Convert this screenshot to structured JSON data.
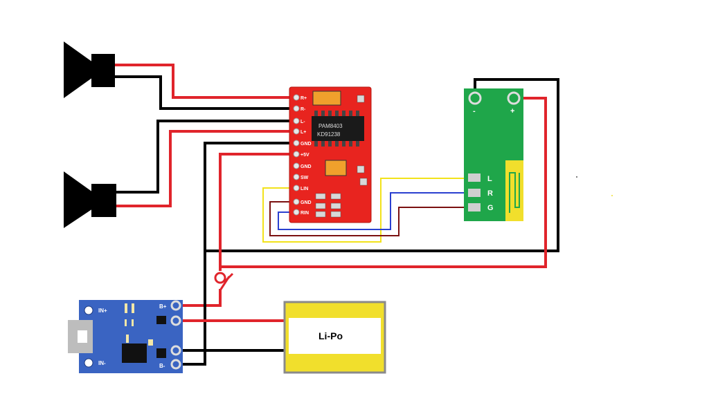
{
  "colors": {
    "wire_red": "#e0242b",
    "wire_black": "#000000",
    "wire_yellow": "#f2e21a",
    "wire_blue": "#2a3fd0",
    "wire_brown": "#7a1010",
    "amp_board": "#e8241f",
    "bt_board": "#1fa64a",
    "charger_board": "#3a64c2",
    "battery_fill": "#f1df2c"
  },
  "amp_board": {
    "chip_line1": "PAM8403",
    "chip_line2": "KD91238",
    "pins": [
      "R+",
      "R-",
      "L-",
      "L+",
      "GND",
      "+5V",
      "GND",
      "SW",
      "LIN",
      "GND",
      "RIN"
    ]
  },
  "bt_module": {
    "power_minus": "-",
    "power_plus": "+",
    "pins": [
      "L",
      "R",
      "G"
    ]
  },
  "charger": {
    "in_plus": "IN+",
    "in_minus": "IN-",
    "b_plus": "B+",
    "b_minus": "B-"
  },
  "battery": {
    "label": "Li-Po"
  },
  "icons": [
    "speaker-icon",
    "switch-icon",
    "usb-port-icon",
    "antenna-icon"
  ]
}
